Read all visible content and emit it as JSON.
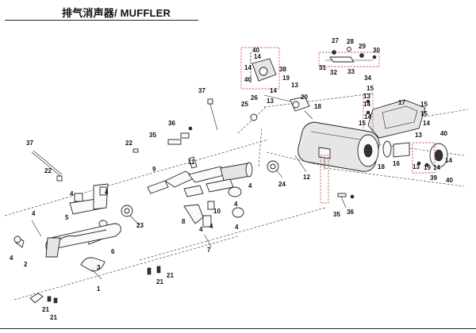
{
  "title": "排气消声器/ MUFFLER",
  "callouts": [
    {
      "id": "l40a",
      "text": "40"
    },
    {
      "id": "l14a",
      "text": "14"
    },
    {
      "id": "l14b",
      "text": "14"
    },
    {
      "id": "l40b",
      "text": "40"
    },
    {
      "id": "l38",
      "text": "38"
    },
    {
      "id": "l19",
      "text": "19"
    },
    {
      "id": "l13a",
      "text": "13"
    },
    {
      "id": "l14c",
      "text": "14"
    },
    {
      "id": "l13b",
      "text": "13"
    },
    {
      "id": "l25",
      "text": "25"
    },
    {
      "id": "l26",
      "text": "26"
    },
    {
      "id": "l20",
      "text": "20"
    },
    {
      "id": "l18a",
      "text": "18"
    },
    {
      "id": "l27",
      "text": "27"
    },
    {
      "id": "l28",
      "text": "28"
    },
    {
      "id": "l29",
      "text": "29"
    },
    {
      "id": "l30",
      "text": "30"
    },
    {
      "id": "l31",
      "text": "31"
    },
    {
      "id": "l32",
      "text": "32"
    },
    {
      "id": "l33",
      "text": "33"
    },
    {
      "id": "l34",
      "text": "34"
    },
    {
      "id": "l15a",
      "text": "15"
    },
    {
      "id": "l13c",
      "text": "13"
    },
    {
      "id": "l14d",
      "text": "14"
    },
    {
      "id": "l17",
      "text": "17"
    },
    {
      "id": "l15b",
      "text": "15"
    },
    {
      "id": "l15c",
      "text": "15"
    },
    {
      "id": "l14e",
      "text": "14"
    },
    {
      "id": "l15d",
      "text": "15"
    },
    {
      "id": "l14f",
      "text": "14"
    },
    {
      "id": "l13d",
      "text": "13"
    },
    {
      "id": "l40c",
      "text": "40"
    },
    {
      "id": "l14g",
      "text": "14"
    },
    {
      "id": "l13e",
      "text": "13"
    },
    {
      "id": "l19b",
      "text": "19"
    },
    {
      "id": "l14h",
      "text": "14"
    },
    {
      "id": "l39",
      "text": "39"
    },
    {
      "id": "l40d",
      "text": "40"
    },
    {
      "id": "l18b",
      "text": "18"
    },
    {
      "id": "l16",
      "text": "16"
    },
    {
      "id": "l12",
      "text": "12"
    },
    {
      "id": "l24",
      "text": "24"
    },
    {
      "id": "l35a",
      "text": "35"
    },
    {
      "id": "l36a",
      "text": "36"
    },
    {
      "id": "l37a",
      "text": "37"
    },
    {
      "id": "l35b",
      "text": "35"
    },
    {
      "id": "l36b",
      "text": "36"
    },
    {
      "id": "l22a",
      "text": "22"
    },
    {
      "id": "l9",
      "text": "9"
    },
    {
      "id": "l11",
      "text": "11"
    },
    {
      "id": "l10",
      "text": "10"
    },
    {
      "id": "l4a",
      "text": "4"
    },
    {
      "id": "l4b",
      "text": "4"
    },
    {
      "id": "l8",
      "text": "8"
    },
    {
      "id": "l4c",
      "text": "4"
    },
    {
      "id": "l4d",
      "text": "4"
    },
    {
      "id": "l4e",
      "text": "4"
    },
    {
      "id": "l7",
      "text": "7"
    },
    {
      "id": "l23",
      "text": "23"
    },
    {
      "id": "l37b",
      "text": "37"
    },
    {
      "id": "l22b",
      "text": "22"
    },
    {
      "id": "l4f",
      "text": "4"
    },
    {
      "id": "l5",
      "text": "5"
    },
    {
      "id": "l4g",
      "text": "4"
    },
    {
      "id": "l4h",
      "text": "4"
    },
    {
      "id": "l2",
      "text": "2"
    },
    {
      "id": "l4i",
      "text": "4"
    },
    {
      "id": "l6",
      "text": "6"
    },
    {
      "id": "l3",
      "text": "3"
    },
    {
      "id": "l1",
      "text": "1"
    },
    {
      "id": "l21a",
      "text": "21"
    },
    {
      "id": "l21b",
      "text": "21"
    },
    {
      "id": "l21c",
      "text": "21"
    },
    {
      "id": "l21d",
      "text": "21"
    }
  ]
}
